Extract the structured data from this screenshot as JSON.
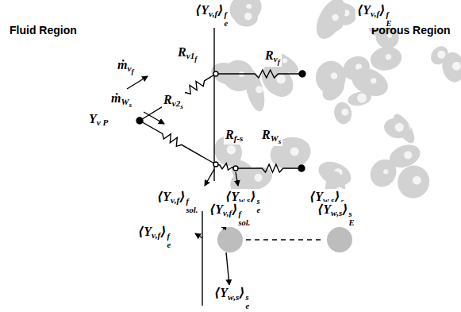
{
  "diagram": {
    "labels": [
      "Fluid Region",
      "Porous Region",
      "ṁ",
      "v",
      "f",
      "ṁ",
      "W",
      "s",
      "Y",
      "v P",
      "R",
      "v1",
      "f",
      "R",
      "v2",
      "s",
      "R",
      "v",
      "f",
      "R",
      "f-s",
      "R",
      "W",
      "s",
      "⟨Y",
      "v,f",
      "⟩",
      "f",
      "e",
      "⟨Y",
      "v,f",
      "⟩",
      "f",
      "E",
      "⟨Y",
      "v,f",
      "⟩",
      "f",
      "sol.",
      "⟨Y",
      "w,s",
      "⟩",
      "s",
      "e",
      "⟨Y",
      "w,s",
      "⟩",
      "s",
      "E",
      "⟨Y",
      "v,f",
      "⟩",
      "f",
      "e",
      "⟨Y",
      "v,f",
      "⟩",
      "f",
      "sol.",
      "⟨Y",
      "w,s",
      "⟩",
      "s",
      "e",
      "⟨Y",
      "w,s",
      "⟩",
      "s",
      "E"
    ]
  }
}
